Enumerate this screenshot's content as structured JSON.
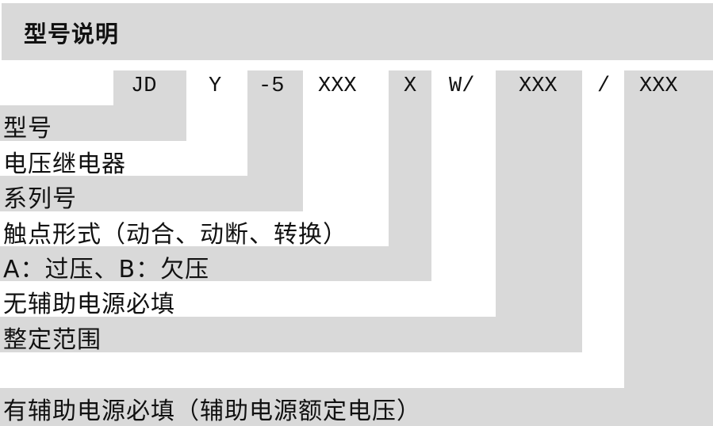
{
  "title": "型号说明",
  "code": {
    "segments": [
      "JD",
      "Y",
      "-5",
      "XXX",
      "X",
      "W/",
      "XXX",
      "/",
      "XXX"
    ]
  },
  "descriptions": [
    "型号",
    "电压继电器",
    "系列号",
    "触点形式（动合、动断、转换）",
    "A：过压、B：欠压",
    "无辅助电源必填",
    "整定范围",
    "",
    "有辅助电源必填（辅助电源额定电压）"
  ],
  "colors": {
    "shade": "#d9d9d9",
    "background": "#ffffff",
    "text": "#111111"
  }
}
